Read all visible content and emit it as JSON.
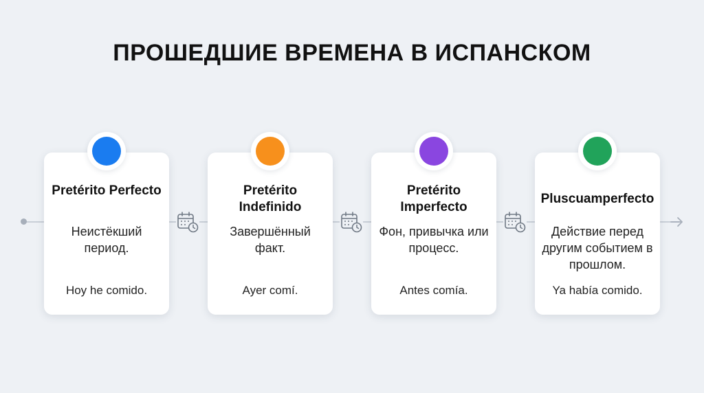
{
  "title": "ПРОШЕДШИЕ ВРЕМЕНА В ИСПАНСКОМ",
  "cards": [
    {
      "title": "Pretérito Perfecto",
      "description": "Неистёкший период.",
      "example": "Hoy he comido.",
      "color": "#1a7cf0"
    },
    {
      "title": "Pretérito Indefinido",
      "description": "Завершённый факт.",
      "example": "Ayer comí.",
      "color": "#f7901c"
    },
    {
      "title": "Pretérito Imperfecto",
      "description": "Фон, привычка или процесс.",
      "example": "Antes comía.",
      "color": "#8a46e0"
    },
    {
      "title": "Pluscuamperfecto",
      "description": "Действие перед другим событием в прошлом.",
      "example": "Ya había comido.",
      "color": "#21a35a"
    }
  ],
  "icons": {
    "connector": "calendar-clock-icon",
    "end": "arrow-right-icon"
  }
}
